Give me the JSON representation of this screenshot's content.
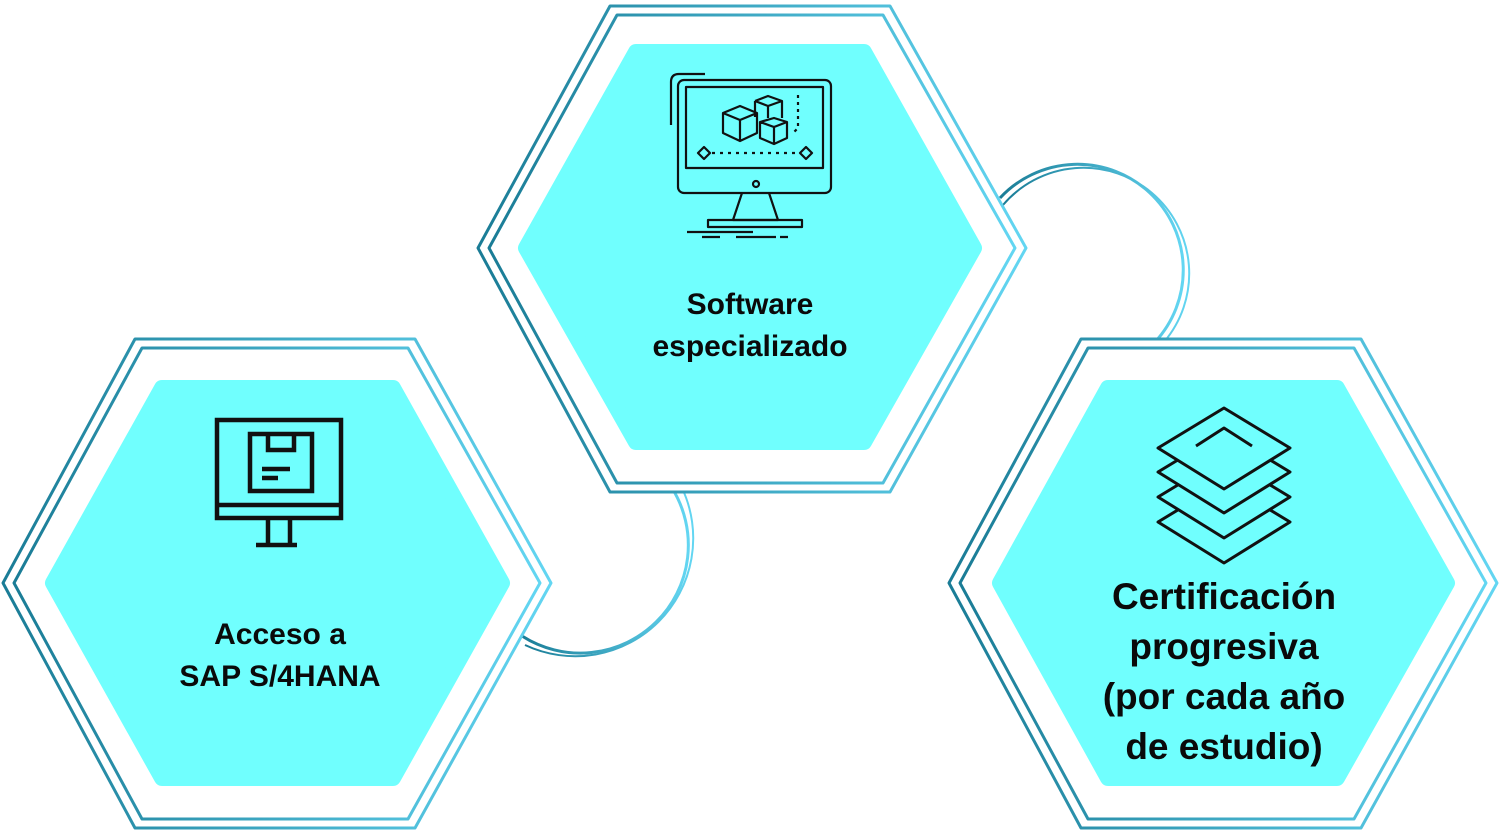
{
  "colors": {
    "fill": "#70FFFE",
    "stroke_dark": "#1A7C96",
    "stroke_light": "#63D6F2",
    "text": "#0A0A0A"
  },
  "nodes": [
    {
      "id": "software",
      "icon": "monitor-3d-cubes-icon",
      "lines": [
        "Software",
        "especializado"
      ]
    },
    {
      "id": "sap",
      "icon": "monitor-box-icon",
      "lines": [
        "Acceso a",
        "SAP S/4HANA"
      ]
    },
    {
      "id": "cert",
      "icon": "stacked-layers-icon",
      "lines": [
        "Certificación",
        "progresiva",
        "(por cada año",
        "de estudio)"
      ]
    }
  ]
}
